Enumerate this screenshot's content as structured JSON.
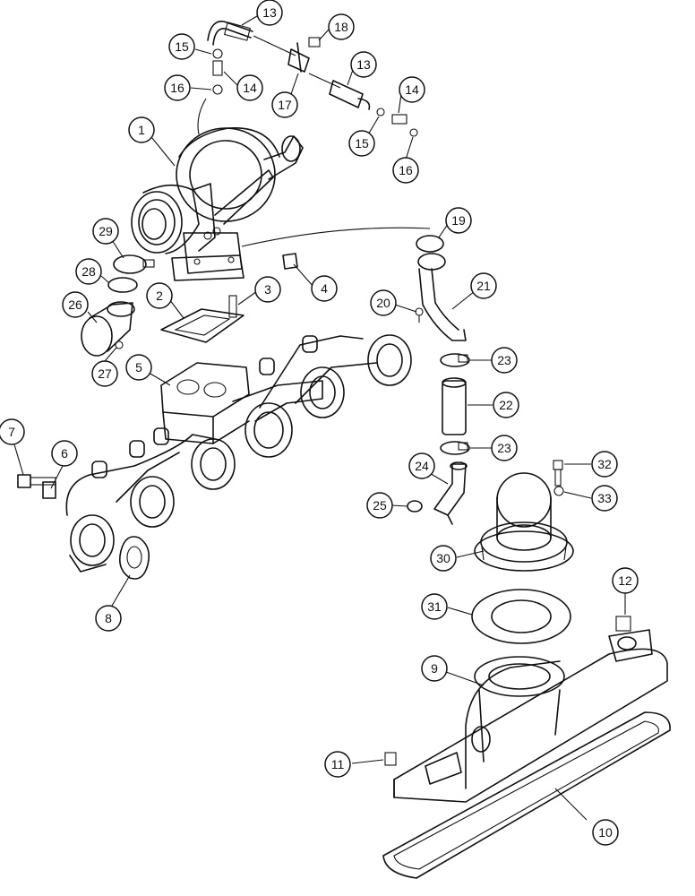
{
  "diagram": {
    "callouts": [
      {
        "id": "c1",
        "label": "1"
      },
      {
        "id": "c2",
        "label": "2"
      },
      {
        "id": "c3",
        "label": "3"
      },
      {
        "id": "c4",
        "label": "4"
      },
      {
        "id": "c5",
        "label": "5"
      },
      {
        "id": "c6",
        "label": "6"
      },
      {
        "id": "c7",
        "label": "7"
      },
      {
        "id": "c8",
        "label": "8"
      },
      {
        "id": "c9",
        "label": "9"
      },
      {
        "id": "c10",
        "label": "10"
      },
      {
        "id": "c11",
        "label": "11"
      },
      {
        "id": "c12",
        "label": "12"
      },
      {
        "id": "c13a",
        "label": "13"
      },
      {
        "id": "c13b",
        "label": "13"
      },
      {
        "id": "c14a",
        "label": "14"
      },
      {
        "id": "c14b",
        "label": "14"
      },
      {
        "id": "c15a",
        "label": "15"
      },
      {
        "id": "c15b",
        "label": "15"
      },
      {
        "id": "c16a",
        "label": "16"
      },
      {
        "id": "c16b",
        "label": "16"
      },
      {
        "id": "c17",
        "label": "17"
      },
      {
        "id": "c18",
        "label": "18"
      },
      {
        "id": "c19",
        "label": "19"
      },
      {
        "id": "c20",
        "label": "20"
      },
      {
        "id": "c21",
        "label": "21"
      },
      {
        "id": "c22",
        "label": "22"
      },
      {
        "id": "c23a",
        "label": "23"
      },
      {
        "id": "c23b",
        "label": "23"
      },
      {
        "id": "c24",
        "label": "24"
      },
      {
        "id": "c25",
        "label": "25"
      },
      {
        "id": "c26",
        "label": "26"
      },
      {
        "id": "c27",
        "label": "27"
      },
      {
        "id": "c28",
        "label": "28"
      },
      {
        "id": "c29",
        "label": "29"
      },
      {
        "id": "c30",
        "label": "30"
      },
      {
        "id": "c31",
        "label": "31"
      },
      {
        "id": "c32",
        "label": "32"
      },
      {
        "id": "c33",
        "label": "33"
      }
    ]
  }
}
